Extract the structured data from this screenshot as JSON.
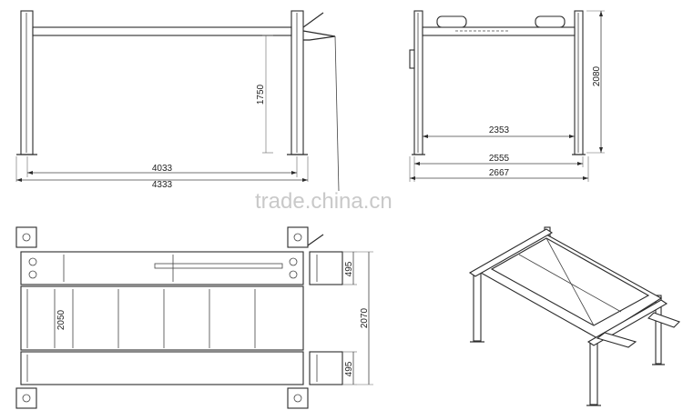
{
  "watermark": "trade.china.cn",
  "front_view": {
    "dim_inner_width": "4033",
    "dim_outer_width": "4333",
    "dim_height": "1750"
  },
  "side_view": {
    "dim_inner_width": "2353",
    "dim_post_width": "2555",
    "dim_outer_width": "2667",
    "dim_height": "2080"
  },
  "top_view": {
    "dim_ramp_top": "495",
    "dim_ramp_bottom": "495",
    "dim_runway_gap": "2050",
    "dim_total_width": "2070"
  }
}
